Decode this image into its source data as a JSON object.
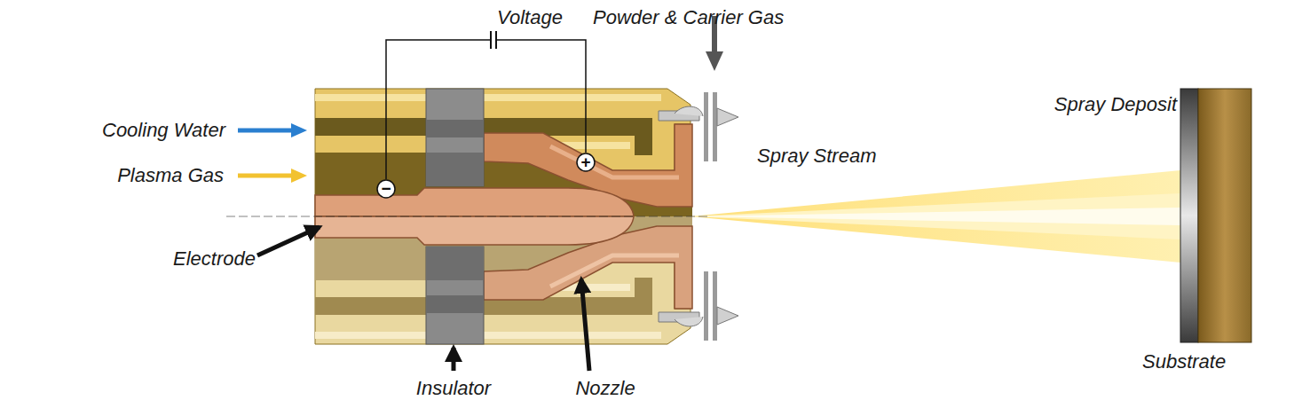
{
  "diagram": {
    "nodes": [
      {
        "text": [
          "−"
        ]
      },
      {
        "text": [
          "+"
        ]
      }
    ],
    "labels": [
      "Voltage",
      "Powder & Carrier Gas",
      "Cooling Water",
      "Plasma Gas",
      "Electrode",
      "Insulator",
      "Nozzle",
      "Spray Stream",
      "Spray Deposit",
      "Substrate"
    ]
  }
}
